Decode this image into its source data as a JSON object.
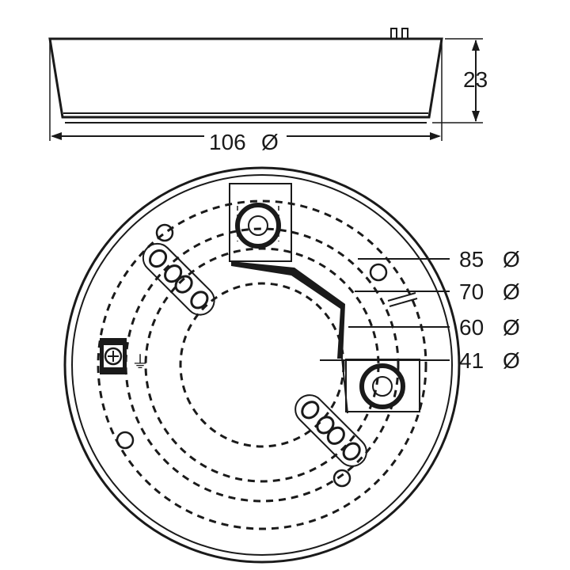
{
  "side_view": {
    "width_label": "106",
    "height_label": "23"
  },
  "top_view": {
    "diameters": [
      {
        "value": "85"
      },
      {
        "value": "70"
      },
      {
        "value": "60"
      },
      {
        "value": "41"
      }
    ]
  },
  "symbols": {
    "diameter": "Ø",
    "ground": "⏚"
  }
}
